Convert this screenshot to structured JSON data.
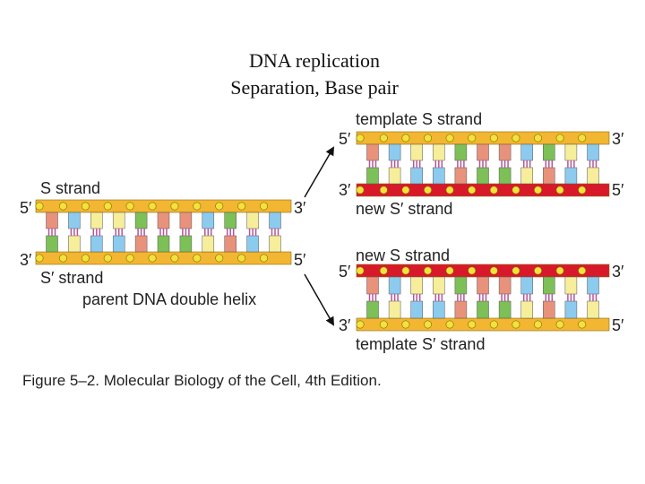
{
  "title": {
    "line1": "DNA replication",
    "line2": "Separation, Base pair"
  },
  "parent": {
    "top_label": "S strand",
    "bottom_label": "S′ strand",
    "caption": "parent DNA double helix",
    "top_left_end": "5′",
    "top_right_end": "3′",
    "bottom_left_end": "3′",
    "bottom_right_end": "5′"
  },
  "daughter_top": {
    "top_label": "template S strand",
    "bottom_label": "new S′ strand",
    "top_left_end": "5′",
    "top_right_end": "3′",
    "bottom_left_end": "3′",
    "bottom_right_end": "5′"
  },
  "daughter_bottom": {
    "top_label": "new S strand",
    "bottom_label": "template S′ strand",
    "top_left_end": "5′",
    "top_right_end": "3′",
    "bottom_left_end": "3′",
    "bottom_right_end": "5′"
  },
  "figure_caption": "Figure 5–2. Molecular Biology of the Cell, 4th Edition.",
  "colors": {
    "template_strand": "#f2b632",
    "new_strand": "#d8192a",
    "phosphate_dot": "#f4e13a",
    "base_salmon": "#e8927c",
    "base_blue": "#8ccbee",
    "base_yellow": "#f6ee9a",
    "base_green": "#7dc057",
    "hbond": "#b5559a"
  }
}
